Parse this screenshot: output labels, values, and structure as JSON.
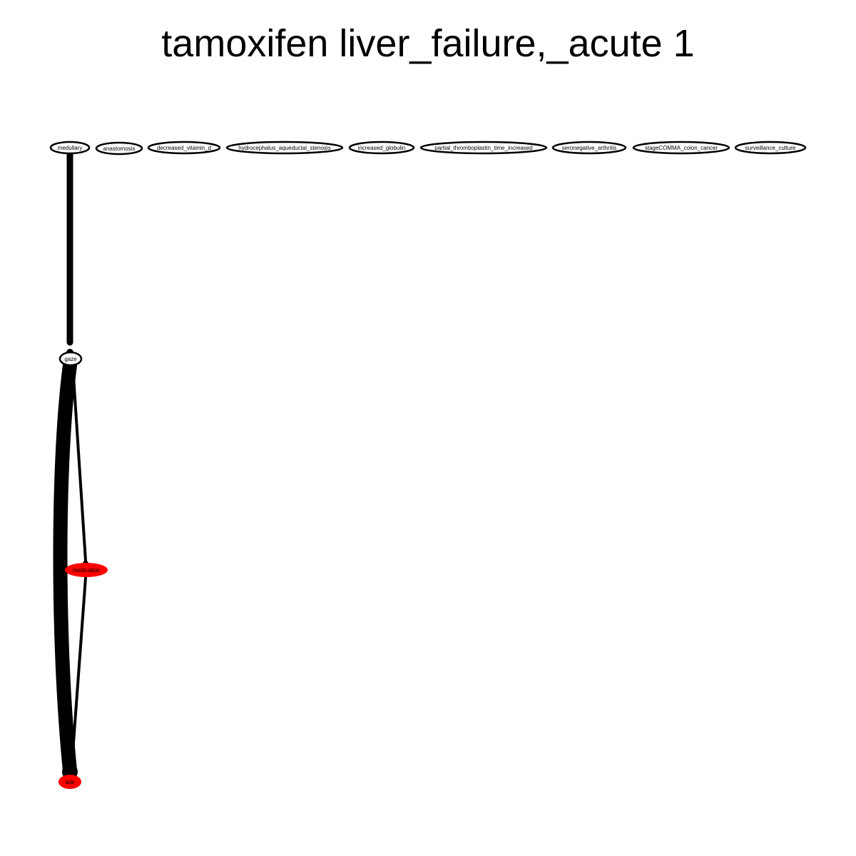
{
  "title": "tamoxifen liver_failure,_acute 1",
  "colors": {
    "default_node_fill": "#ffffff",
    "highlight_node_fill": "#ff0000",
    "stroke": "#000000"
  },
  "nodes": [
    {
      "id": "medullary",
      "label": "medullary",
      "highlight": false
    },
    {
      "id": "anastomosis",
      "label": "anastomosis",
      "highlight": false
    },
    {
      "id": "decreased_vitamin_d",
      "label": "decreased_vitamin_d",
      "highlight": false
    },
    {
      "id": "hydrocephalus",
      "label": "hydrocephalus_aqueductal_stenosis",
      "highlight": false
    },
    {
      "id": "increased_globulin",
      "label": "increased_globulin",
      "highlight": false
    },
    {
      "id": "ptt_increased",
      "label": "partial_thromboplastin_time_increased",
      "highlight": false
    },
    {
      "id": "seronegative_arthritis",
      "label": "seronegative_arthritis",
      "highlight": false
    },
    {
      "id": "colon_cancer",
      "label": "stageCOMMA_colon_cancer",
      "highlight": false
    },
    {
      "id": "surveillance_culture",
      "label": "surveillance_culture",
      "highlight": false
    },
    {
      "id": "gaze",
      "label": "gaze",
      "highlight": false
    },
    {
      "id": "medication",
      "label": "medication",
      "highlight": true
    },
    {
      "id": "ade",
      "label": "ade",
      "highlight": true
    }
  ],
  "edges": [
    {
      "from": "medullary",
      "to": "gaze",
      "weight": 3
    },
    {
      "from": "gaze",
      "to": "medication",
      "weight": 2
    },
    {
      "from": "gaze",
      "to": "ade",
      "weight": 8
    },
    {
      "from": "medication",
      "to": "ade",
      "weight": 2
    }
  ]
}
